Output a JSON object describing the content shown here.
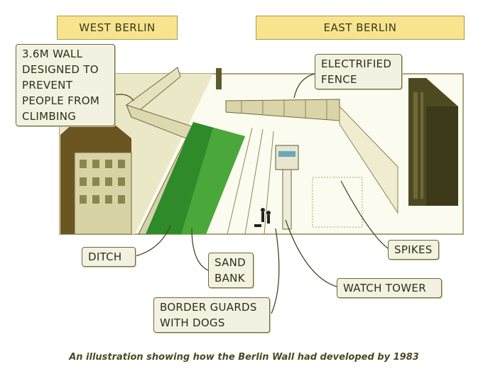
{
  "headers": {
    "west": "WEST BERLIN",
    "east": "EAST BERLIN"
  },
  "labels": {
    "wall": [
      "3.6M WALL",
      "DESIGNED TO",
      "PREVENT",
      "PEOPLE FROM",
      "CLIMBING"
    ],
    "fence": [
      "ELECTRIFIED",
      "FENCE"
    ],
    "ditch": "DITCH",
    "sand_bank": [
      "SAND",
      "BANK"
    ],
    "guards": [
      "BORDER GUARDS",
      "WITH DOGS"
    ],
    "spikes": "SPIKES",
    "watch_tower": "WATCH TOWER"
  },
  "caption": "An illustration showing how the Berlin Wall had developed by 1983",
  "colors": {
    "header_fill": "#f8e48f",
    "ditch_green": "#2f8a2a",
    "sand_green": "#4aa83a",
    "building_left": "#6b5520",
    "building_right": "#4d4a22"
  }
}
